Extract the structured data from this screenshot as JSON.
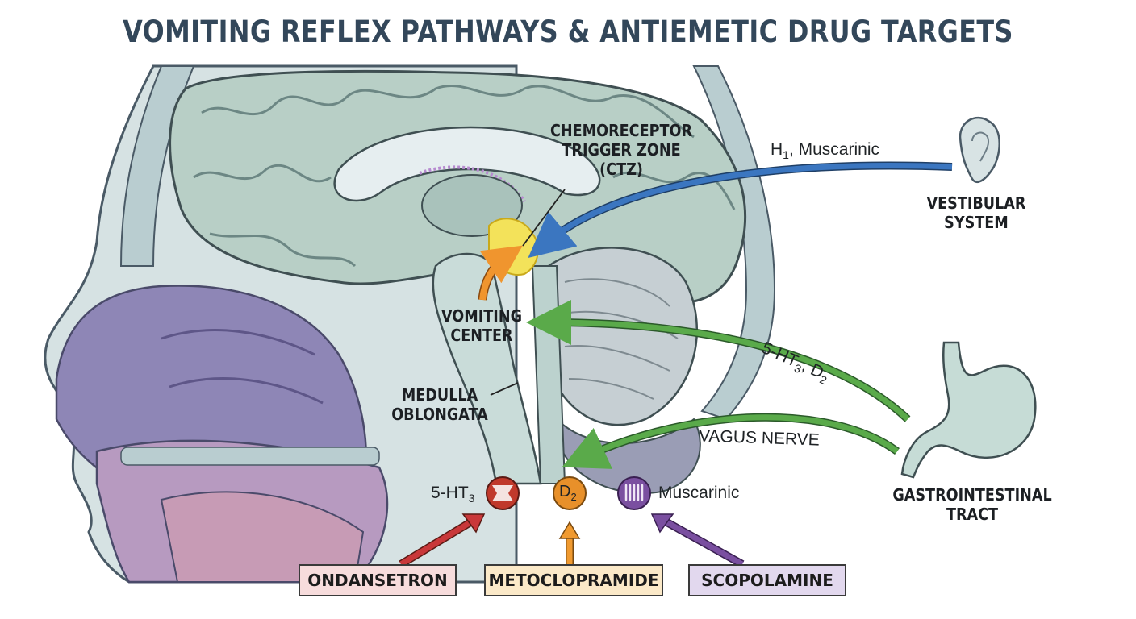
{
  "title": "VOMITING REFLEX PATHWAYS & ANTIEMETIC DRUG TARGETS",
  "labels": {
    "ctz_line1": "CHEMORECEPTOR",
    "ctz_line2": "TRIGGER ZONE",
    "ctz_line3": "(CTZ)",
    "vomiting_line1": "VOMITING",
    "vomiting_line2": "CENTER",
    "medulla_line1": "MEDULLA",
    "medulla_line2": "OBLONGATA",
    "vestibular_line1": "VESTIBULAR",
    "vestibular_line2": "SYSTEM",
    "gi_line1": "GASTROINTESTINAL",
    "gi_line2": "TRACT"
  },
  "pathways": {
    "vestibular": {
      "prefix": "H",
      "sub": "1",
      "suffix": ", Muscarinic",
      "color": "#3b76c0"
    },
    "gi_upper": {
      "prefix": "5-HT",
      "sub": "3",
      "suffix": ", D",
      "sub2": "2",
      "color": "#5aaa4a"
    },
    "vagus": {
      "label": "VAGUS NERVE",
      "color": "#5aaa4a"
    }
  },
  "receptors": {
    "ht3": {
      "prefix": "5-HT",
      "sub": "3",
      "color": "#c0392b"
    },
    "d2": {
      "prefix": "D",
      "sub": "2",
      "color": "#e8902a"
    },
    "muscarinic": {
      "label": "Muscarinic",
      "color": "#7a4fa0"
    }
  },
  "drugs": [
    {
      "name": "ONDANSETRON",
      "fill": "#f7dcdc",
      "arrow": "#c9383a"
    },
    {
      "name": "METOCLOPRAMIDE",
      "fill": "#fbe9c8",
      "arrow": "#f09a30"
    },
    {
      "name": "SCOPOLAMINE",
      "fill": "#e2d8ee",
      "arrow": "#7a4fa0"
    }
  ],
  "icons": [
    "ear-icon",
    "stomach-icon",
    "serotonin-receptor-icon",
    "muscarinic-receptor-icon"
  ]
}
